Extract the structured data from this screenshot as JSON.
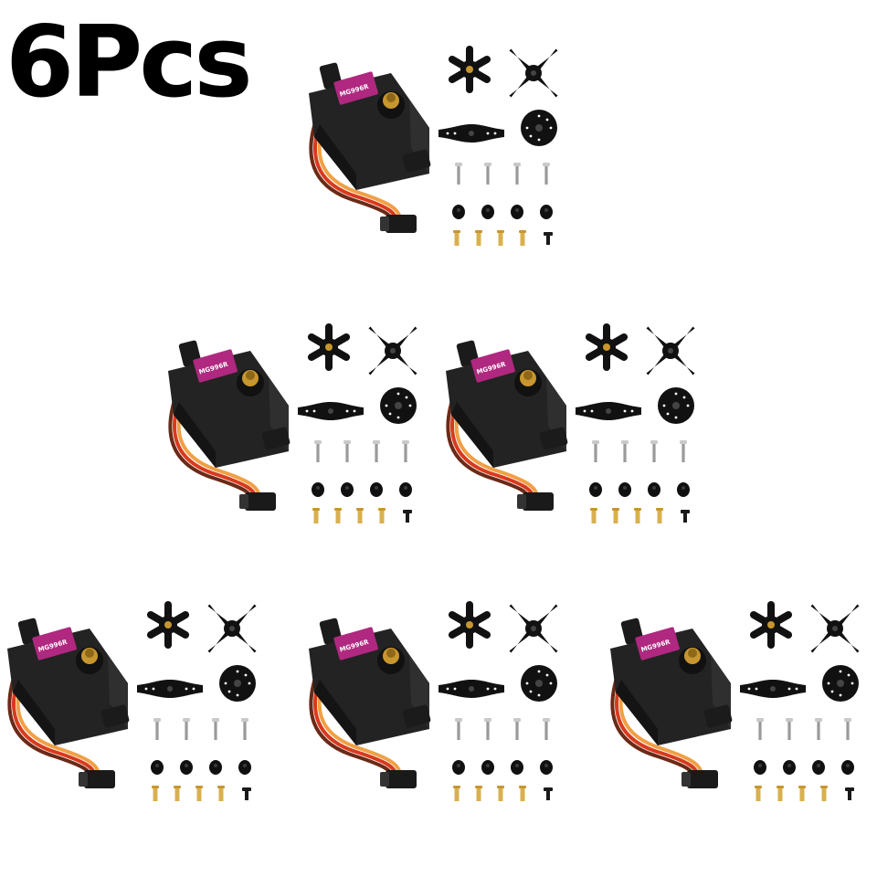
{
  "headline": "6Pcs",
  "servo_label": "MG996R",
  "colors": {
    "servo_body": "#232323",
    "sticker": "#b0287f",
    "gear_brass": "#c7962e",
    "wire_brown": "#6b2a17",
    "wire_red": "#d83a1e",
    "wire_orange": "#f0a044",
    "horn_black": "#111111",
    "screw_silver": "#c9c9c9"
  },
  "kit_count": 6,
  "kit_parts": [
    "servo-motor",
    "six-arm-horn",
    "cross-horn",
    "double-arm-horn",
    "round-disc-horn",
    "mounting-screws",
    "rubber-grommets",
    "brass-eyelets",
    "horn-screw"
  ]
}
